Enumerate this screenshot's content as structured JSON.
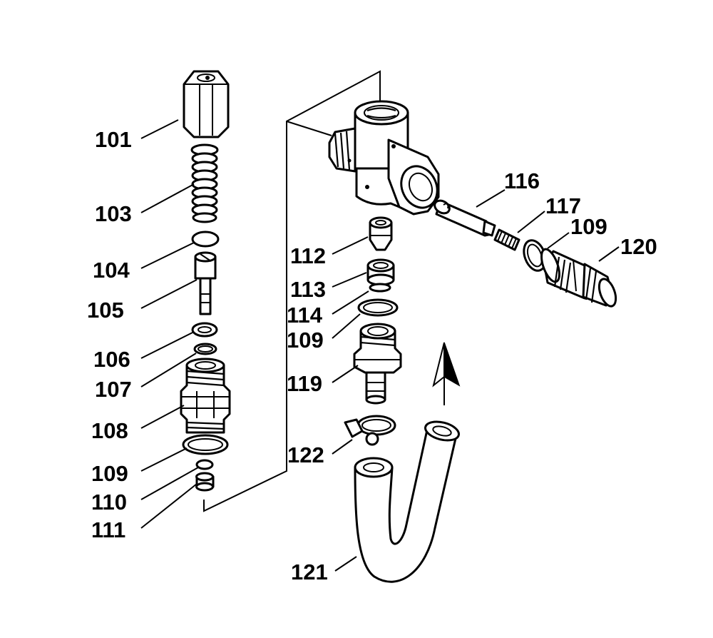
{
  "diagram": {
    "labels": {
      "p101": "101",
      "p103": "103",
      "p104": "104",
      "p105": "105",
      "p106": "106",
      "p107": "107",
      "p108": "108",
      "p109a": "109",
      "p110": "110",
      "p111": "111",
      "p112": "112",
      "p113": "113",
      "p114": "114",
      "p109b": "109",
      "p119": "119",
      "p122": "122",
      "p121": "121",
      "p116": "116",
      "p117": "117",
      "p109c": "109",
      "p120": "120"
    },
    "colors": {
      "ink": "#000000",
      "background": "#ffffff"
    },
    "icons": [
      "flow-direction-arrow-icon"
    ]
  }
}
